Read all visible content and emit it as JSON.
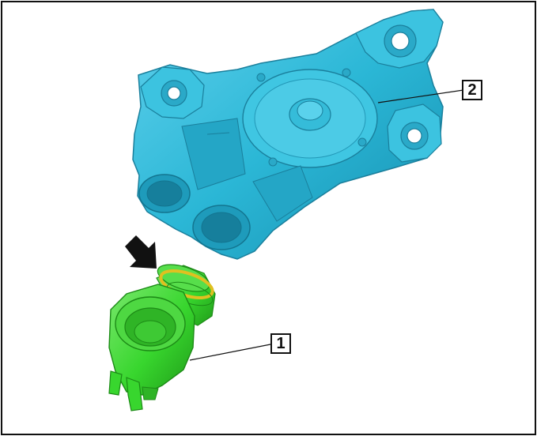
{
  "callouts": [
    {
      "label": "2",
      "part": "housing"
    },
    {
      "label": "1",
      "part": "connector"
    }
  ],
  "colors": {
    "housing": "#2bb7d6",
    "housing_shadow": "#1688a8",
    "housing_highlight": "#6fd6ee",
    "connector": "#38d62e",
    "connector_shadow": "#1f9a18",
    "connector_highlight": "#8af07e",
    "seal_ring": "#e0c020",
    "arrow": "#111111",
    "frame": "#111111"
  },
  "icons": {
    "direction": "arrow-down-right-icon"
  }
}
